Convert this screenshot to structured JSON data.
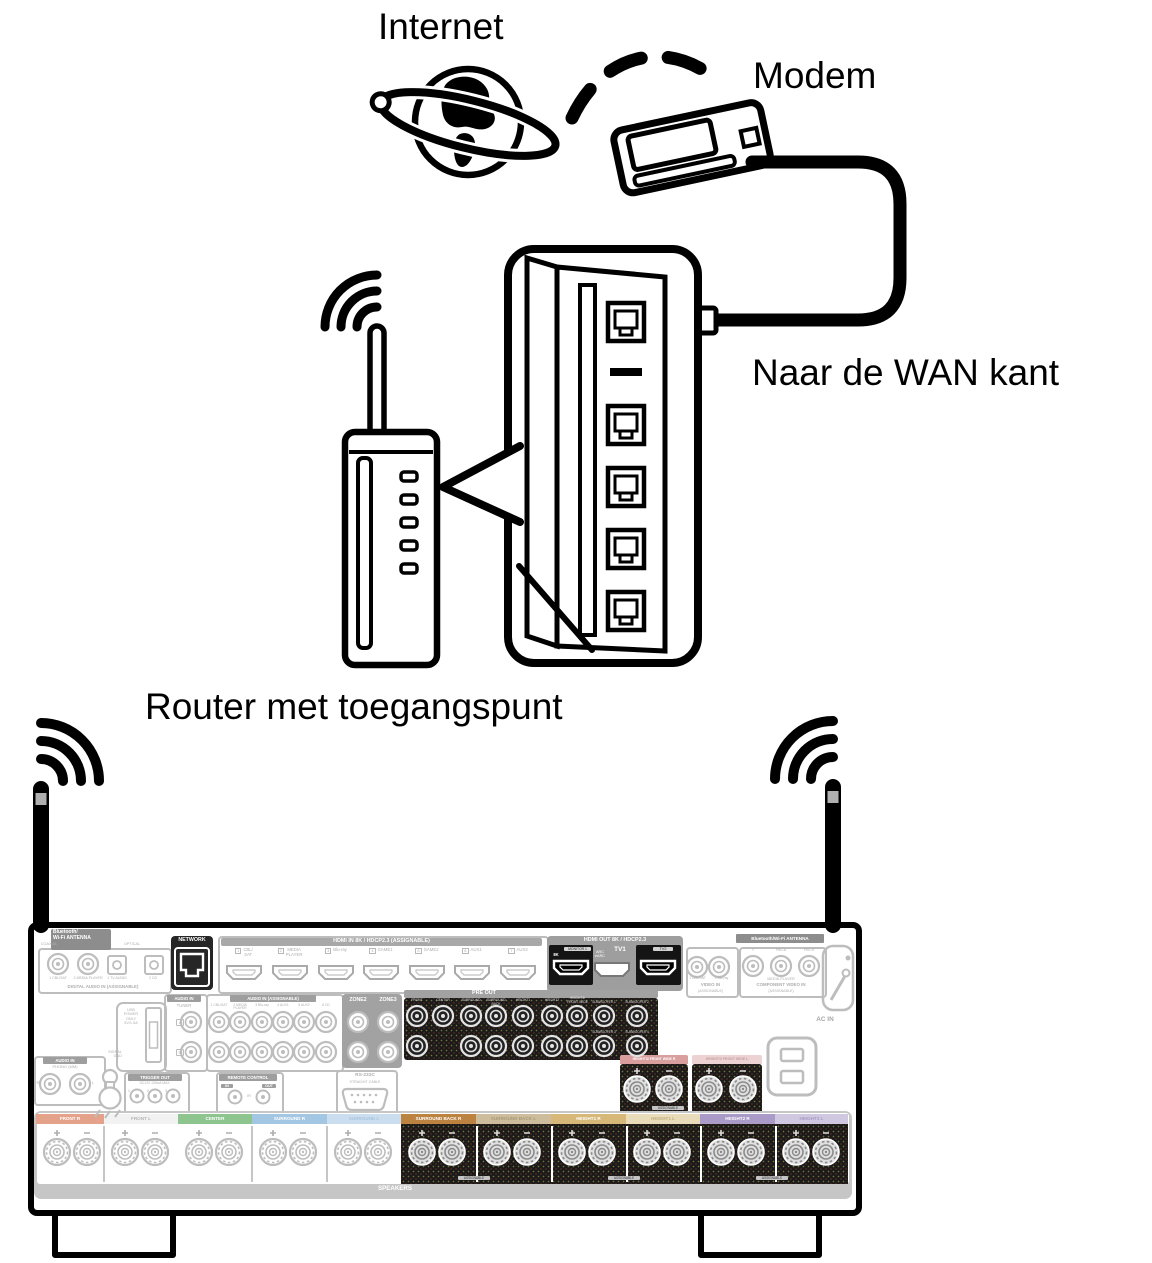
{
  "diagram": {
    "internet_label": "Internet",
    "modem_label": "Modem",
    "wan_label": "Naar de WAN kant",
    "router_label": "Router met toegangspunt"
  },
  "receiver": {
    "bt_antenna_left": "Bluetooth/\nWi-Fi ANTENNA",
    "bt_antenna_right": "Bluetooth/Wi-Fi ANTENNA",
    "digital_audio": {
      "coaxial": "COAXIAL",
      "optical": "OPTICAL",
      "jacks": [
        "1 CBL/SAT",
        "2 MEDIA PLAYER",
        "1 TV AUDIO",
        "2 CD"
      ],
      "title": "DIGITAL AUDIO IN (ASSIGNABLE)"
    },
    "network_label": "NETWORK",
    "hdmi_in": {
      "header": "HDMI IN 8K / HDCP2.3 (ASSIGNABLE)",
      "ports": [
        {
          "num": "1",
          "name": "CBL/\nSAT"
        },
        {
          "num": "2",
          "name": "MEDIA\nPLAYER"
        },
        {
          "num": "3",
          "name": "Blu-ray"
        },
        {
          "num": "4",
          "name": "GAME1"
        },
        {
          "num": "5",
          "name": "GAME2"
        },
        {
          "num": "6",
          "name": "AUX1"
        },
        {
          "num": "7",
          "name": "AUX2"
        }
      ]
    },
    "hdmi_out": {
      "header": "HDMI OUT 8K / HDCP2.3",
      "monitor1": "MONITOR 1",
      "eightk": "8K",
      "arc": "ARC\neARC",
      "tv1": "TV1",
      "tv2": "TV2"
    },
    "video_in": {
      "jacks": [
        "1 CBL/SAT",
        "2 Blu-ray"
      ],
      "title": "VIDEO IN",
      "assignable": "(ASSIGNABLE)"
    },
    "component_video": {
      "jacks": [
        "Y",
        "PB/CB",
        "PR/CR"
      ],
      "source": "MEDIA PLAYER",
      "title": "COMPONENT VIDEO IN",
      "assignable": "(ASSIGNABLE)"
    },
    "ac_in": "AC IN",
    "usb": "USB\nPOWER\nONLY\n5V/1.5A",
    "signal_gnd": "SIGNAL\nGND",
    "tuner": {
      "tag": "AUDIO IN",
      "name": "TUNER"
    },
    "audio_in": {
      "header": "AUDIO IN (ASSIGNABLE)",
      "inputs": [
        "1 CBL/SAT",
        "2 MEDIA PLAYER",
        "3 Blu-ray",
        "4 AUX1",
        "5 AUX2",
        "6 CD"
      ],
      "left": "L",
      "right": "R"
    },
    "zone2": "ZONE2",
    "zone3": "ZONE3",
    "pre_out": {
      "header": "PRE OUT",
      "channels": [
        "FRONT",
        "CENTER",
        "SURROUND",
        "SURROUND\nBACK",
        "HEIGHT1",
        "HEIGHT2",
        "HEIGHT3/\nFRONT WIDE"
      ],
      "subwoofers": [
        "SUBWOOFER 1",
        "SUBWOOFER 2",
        "SUBWOOFER 3",
        "SUBWOOFER 4"
      ]
    },
    "phono": {
      "tag": "AUDIO IN",
      "name": "PHONO (MM)",
      "right": "R",
      "left": "L"
    },
    "trigger_out": {
      "header": "TRIGGER OUT",
      "spec": "DC12V 100mA MAX.",
      "jacks": [
        "1",
        "2",
        "3"
      ]
    },
    "remote_control": {
      "header": "REMOTE CONTROL",
      "in": "IN",
      "ir": "IR",
      "out": "OUT"
    },
    "rs232c": {
      "title": "RS-232C",
      "subtitle": "STRAIGHT CABLE"
    },
    "speakers": {
      "banner": "SPEAKERS",
      "assignable": "ASSIGNABLE",
      "terminals": [
        {
          "label": "FRONT R",
          "bg": "#e5a28b",
          "fg": "#ffffff"
        },
        {
          "label": "FRONT L",
          "bg": "#f2f2f2",
          "fg": "#b5b5b5"
        },
        {
          "label": "CENTER",
          "bg": "#8ec48e",
          "fg": "#ffffff"
        },
        {
          "label": "SURROUND R",
          "bg": "#a3c6e3",
          "fg": "#ffffff"
        },
        {
          "label": "SURROUND L",
          "bg": "#cadef0",
          "fg": "#a9c4dc"
        },
        {
          "label": "SURROUND BACK R",
          "bg": "#bc8340",
          "fg": "#ffffff"
        },
        {
          "label": "SURROUND BACK L",
          "bg": "#cdbd9d",
          "fg": "#a89a76"
        },
        {
          "label": "HEIGHT1 R",
          "bg": "#d8b878",
          "fg": "#ffffff"
        },
        {
          "label": "HEIGHT1 L",
          "bg": "#e9dcba",
          "fg": "#c3ae7d"
        },
        {
          "label": "HEIGHT2 R",
          "bg": "#a99ac8",
          "fg": "#ffffff"
        },
        {
          "label": "HEIGHT2 L",
          "bg": "#cfc8e0",
          "fg": "#a89bc6"
        }
      ],
      "height3": [
        {
          "label": "HEIGHT3/ FRONT WIDE R",
          "bg": "#d99f9f",
          "fg": "#ffffff"
        },
        {
          "label": "HEIGHT3/ FRONT WIDE L",
          "bg": "#ecd2d2",
          "fg": "#c79f9f"
        }
      ]
    },
    "colors": {
      "highlight": "#000000",
      "grayed": "#b4b4b4",
      "panel_dark": "#1a1a1a",
      "label_gray": "#8d8d8d"
    }
  }
}
